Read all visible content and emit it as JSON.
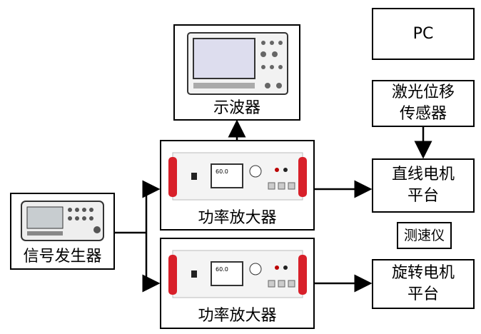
{
  "nodes": {
    "signal_generator": "信号发生器",
    "oscilloscope": "示波器",
    "amplifier_1": "功率放大器",
    "amplifier_2": "功率放大器",
    "pc": "PC",
    "laser_sensor": [
      "激光位移",
      "传感器"
    ],
    "linear_motor": [
      "直线电机",
      "平台"
    ],
    "tachometer": "测速仪",
    "rotary_motor": [
      "旋转电机",
      "平台"
    ]
  },
  "amplifier_screen_value": "60.0",
  "colors": {
    "line": "#000000",
    "amp_handle": "#d8202a"
  }
}
